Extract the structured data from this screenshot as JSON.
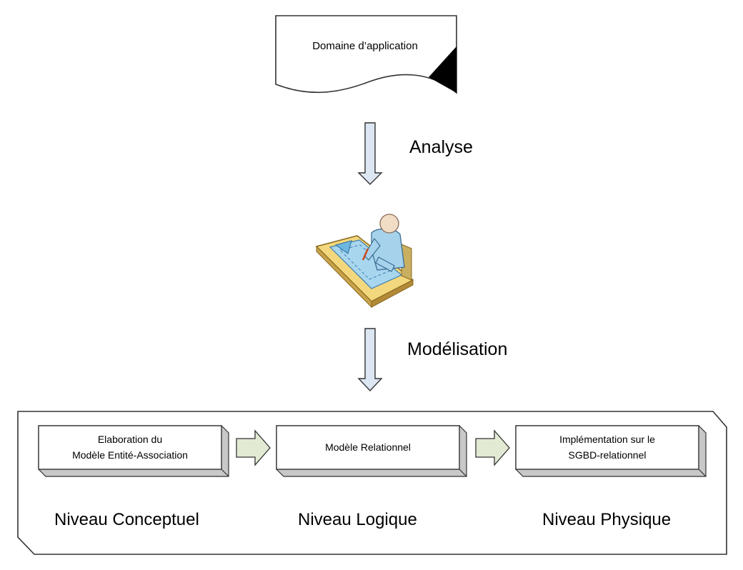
{
  "document": {
    "label": "Domaine d’application"
  },
  "steps": [
    {
      "label": "Analyse"
    },
    {
      "label": "Modélisation"
    }
  ],
  "stages": [
    {
      "lines": [
        "Elaboration du",
        "Modèle Entité-Association"
      ],
      "level": "Niveau Conceptuel"
    },
    {
      "lines": [
        "Modèle Relationnel"
      ],
      "level": "Niveau Logique"
    },
    {
      "lines": [
        "Implémentation sur le",
        "SGBD-relationnel"
      ],
      "level": "Niveau Physique"
    }
  ],
  "colors": {
    "stroke": "#333333",
    "flow_arrow_fill": "#dde6f3",
    "stage_arrow_fill": "#e2ead4",
    "box_shadow": "#c8c8c8"
  },
  "icons": {
    "designer": "person-drawing-icon"
  }
}
